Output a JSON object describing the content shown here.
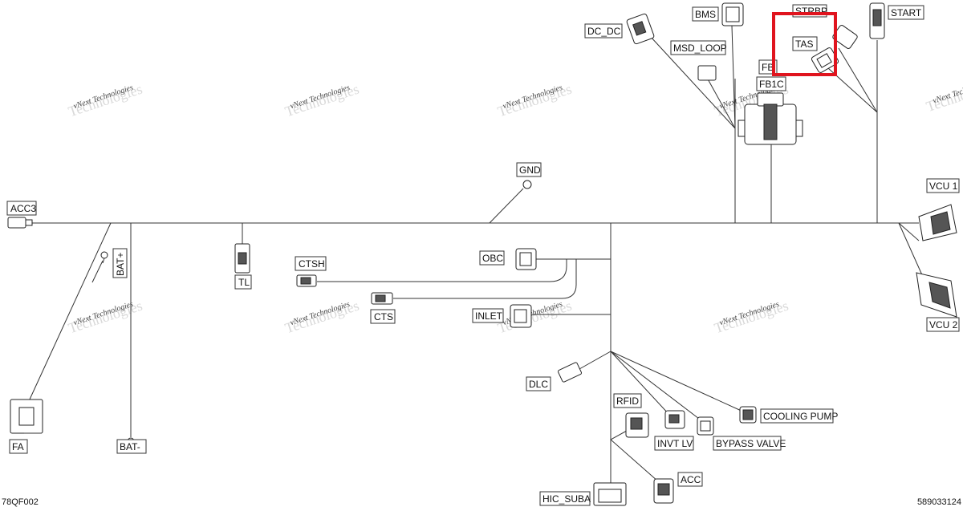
{
  "labels": {
    "acc3": "ACC3",
    "bat_plus": "BAT+",
    "tl": "TL",
    "ctsh": "CTSH",
    "cts": "CTS",
    "gnd": "GND",
    "obc": "OBC",
    "inlet": "INLET",
    "dlc": "DLC",
    "rfid": "RFID",
    "invt_lv": "INVT LV",
    "bypass_valve": "BYPASS VALVE",
    "cooling_pump": "COOLING PUMP",
    "acc": "ACC",
    "hic_suba": "HIC_SUBA",
    "fa": "FA",
    "bat_minus": "BAT-",
    "dc_dc": "DC_DC",
    "msd_loop": "MSD_LOOP",
    "bms": "BMS",
    "strbp": "STRBP",
    "tas": "TAS",
    "fb": "FB",
    "fb1c": "FB1C",
    "start": "START",
    "vcu1": "VCU 1",
    "vcu2": "VCU 2"
  },
  "watermark": {
    "line1": "vNext Technologies",
    "line2": "Technologies"
  },
  "footer": {
    "left_code": "78QF002",
    "right_code": "589033124"
  },
  "highlight": {
    "color": "#e0141e",
    "target": "TAS"
  }
}
